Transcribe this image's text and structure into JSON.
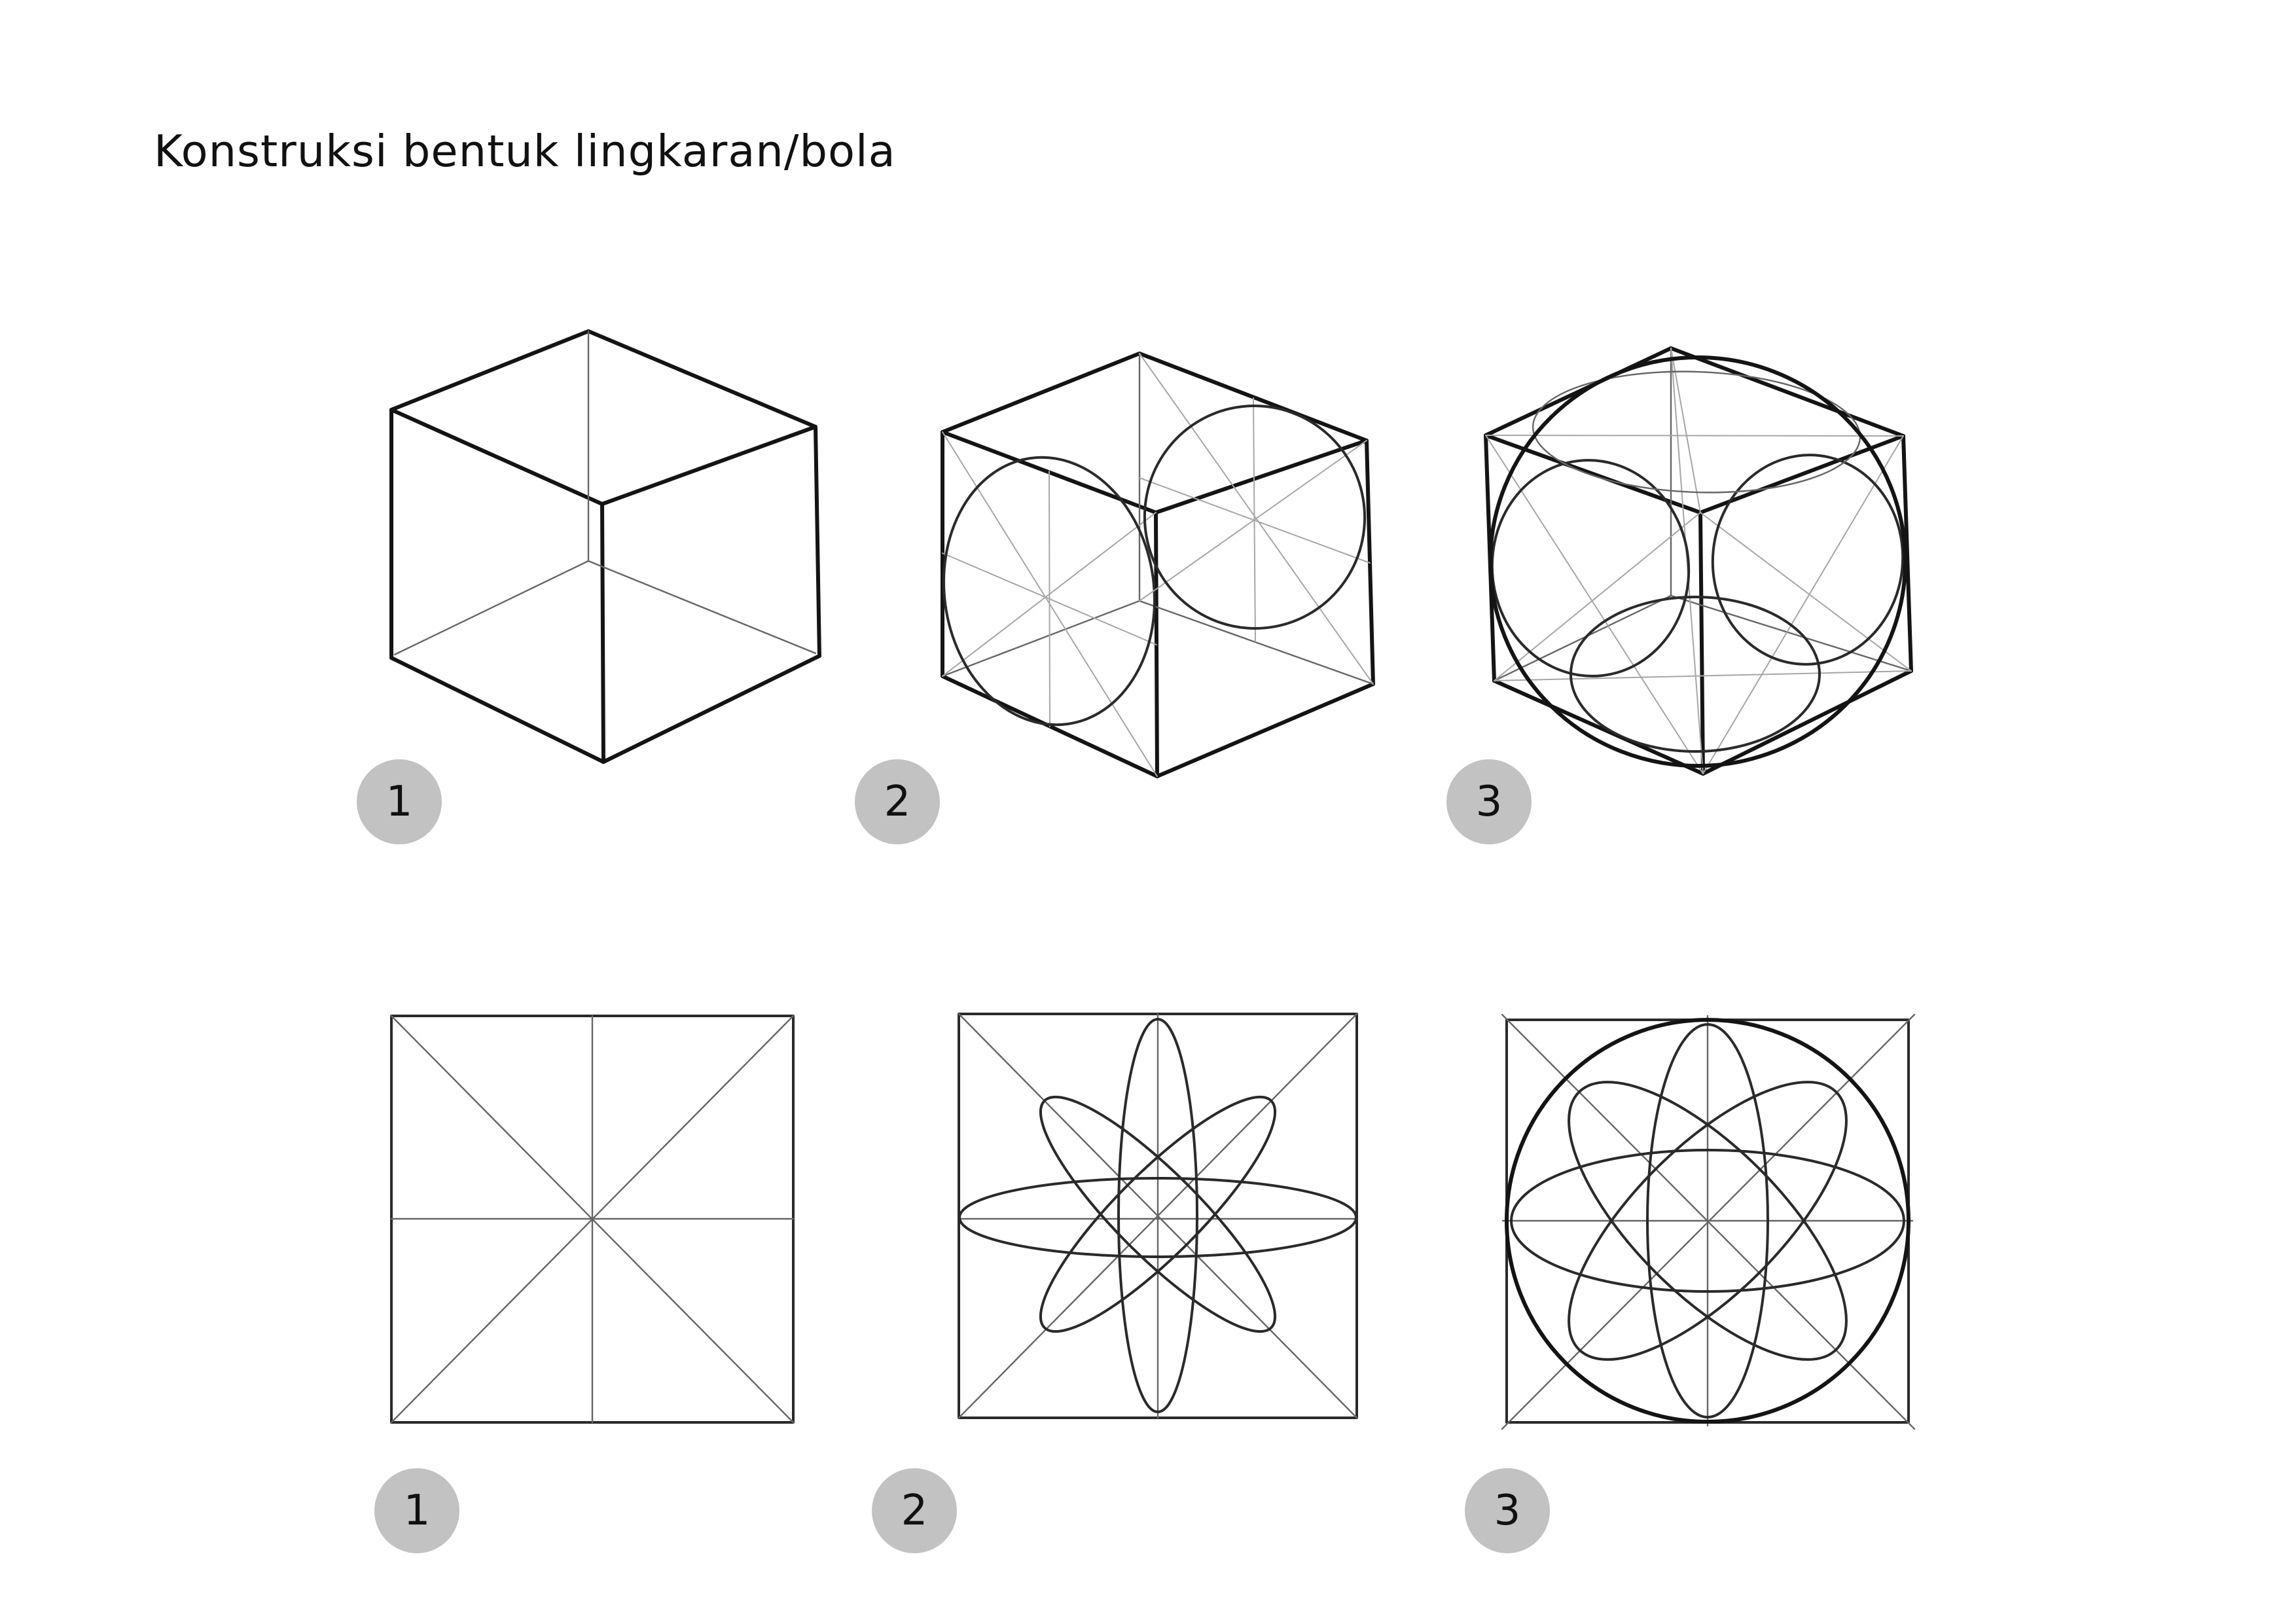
{
  "title": "Konstruksi bentuk lingkaran/bola",
  "colors": {
    "badge_fill": "#c2c2c2",
    "badge_text": "#111111",
    "ink": "#141414"
  },
  "steps": {
    "cube_row": [
      "1",
      "2",
      "3"
    ],
    "square_row": [
      "1",
      "2",
      "3"
    ]
  }
}
